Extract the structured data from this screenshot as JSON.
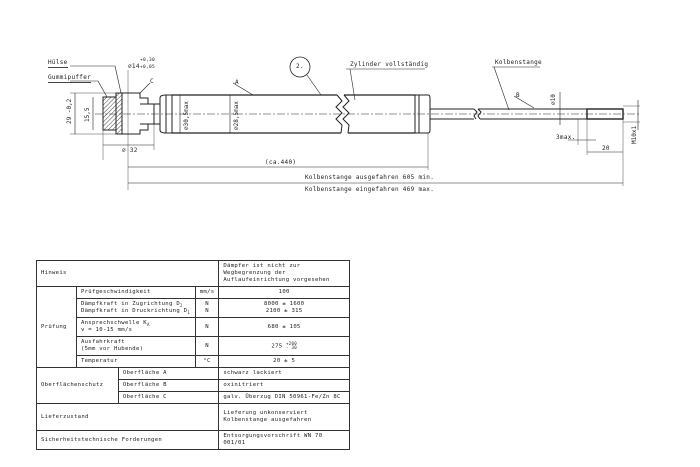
{
  "drawing": {
    "labels": {
      "huelse": "Hülse",
      "gummipuffer": "Gummipuffer",
      "bore_dia": "⌀14",
      "bore_tol_upper": "+0,30",
      "bore_tol_lower": "+0,05",
      "surface_c": "C",
      "surface_a": "A",
      "surface_b": "B",
      "item_number": "2.",
      "zylinder": "Zylinder vollständig",
      "kolbenstange": "Kolbenstange",
      "dim_29": "29 -0,2",
      "dim_15_5": "15,5",
      "dim_d32": "⌀ 32",
      "dim_d30_5": "⌀30,5max",
      "dim_d28_5": "⌀28,5max",
      "dim_d10": "⌀10",
      "dim_3max": "3max.",
      "dim_20": "20",
      "dim_m10": "M10x1",
      "dim_ca440": "(ca.440)",
      "dim_extended": "Kolbenstange ausgefahren 605 min.",
      "dim_retracted": "Kolbenstange eingefahren 469 max."
    }
  },
  "table": {
    "hinweis": {
      "label": "Hinweis",
      "value_line1": "Dämpfer ist nicht zur Wegbegrenzung der",
      "value_line2": "Auflaufeinrichtung vorgesehen"
    },
    "pruefung": {
      "label": "Prüfung",
      "rows": [
        {
          "param": "Prüfgeschwindigkeit",
          "unit": "mm/s",
          "value": "100"
        },
        {
          "param": "Dämpfkraft in Zugrichtung D",
          "param_sub": "2",
          "param2": "Dämpfkraft in Druckrichtung D",
          "param2_sub": "1",
          "unit": "N",
          "unit2": "N",
          "value": "8000 ± 1600",
          "value2": "2100 ± 315"
        },
        {
          "param": "Ansprechschwelle K",
          "param_sub": "A",
          "param2": "v = 10-15 mm/s",
          "unit": "N",
          "value": "680 ± 105"
        },
        {
          "param": "Ausfahrkraft",
          "param2": "(5mm vor Hubende)",
          "unit": "N",
          "value": "275",
          "value_sup": "+200",
          "value_sub": "- 30"
        },
        {
          "param": "Temperatur",
          "unit": "°C",
          "value": "20 ± 5"
        }
      ]
    },
    "oberflaechenschutz": {
      "label": "Oberflächenschutz",
      "rows": [
        {
          "surface": "Oberfläche A",
          "value": "schwarz lackiert"
        },
        {
          "surface": "Oberfläche B",
          "value": "oxinitriert"
        },
        {
          "surface": "Oberfläche C",
          "value": "galv. Überzug DIN 50961-Fe/Zn 8C"
        }
      ]
    },
    "lieferzustand": {
      "label": "Lieferzustand",
      "value_line1": "Lieferung unkonserviert",
      "value_line2": "Kolbenstange ausgefahren"
    },
    "sicherheit": {
      "label": "Sicherheitstechnische Forderungen",
      "value": "Entsorgungsvorschrift WN 70 001/01"
    }
  }
}
